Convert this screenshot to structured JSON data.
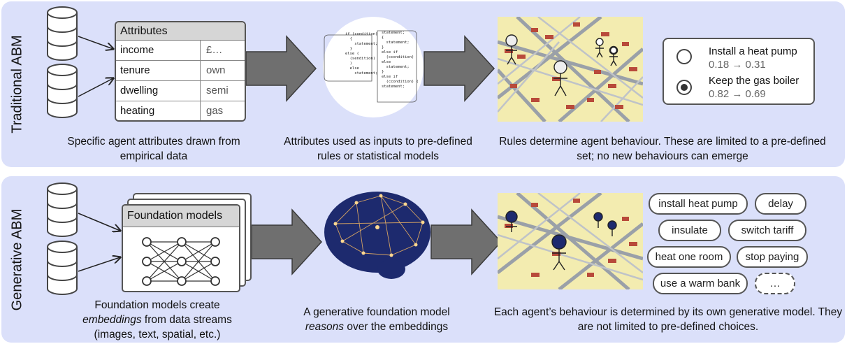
{
  "traditional": {
    "title": "Traditional ABM",
    "attributes": {
      "header": "Attributes",
      "rows": [
        {
          "key": "income",
          "value": "£…"
        },
        {
          "key": "tenure",
          "value": "own"
        },
        {
          "key": "dwelling",
          "value": "semi"
        },
        {
          "key": "heating",
          "value": "gas"
        }
      ]
    },
    "rules_code_left": "if (condition)\n  {\n    statement;\n  }\nelse (\n  (sendition)\n  )\n  else\n    statement;",
    "rules_code_right": "statement;\n{\n  statement;\n}\nelse if\n  (ccondition)\nelse\n  statement;\n}\nelse if\n  (ccondition) (\nstatement;",
    "choices": [
      {
        "label": "Install a heat pump",
        "prob": "0.18 → 0.31",
        "selected": false
      },
      {
        "label": "Keep the gas boiler",
        "prob": "0.82 → 0.69",
        "selected": true
      }
    ],
    "captions": {
      "c1": "Specific agent attributes drawn from empirical data",
      "c2": "Attributes used as inputs to pre-defined rules or statistical models",
      "c3": "Rules determine agent behaviour. These are limited to a pre-defined set; no new behaviours can emerge"
    }
  },
  "generative": {
    "title": "Generative ABM",
    "foundation_header": "Foundation models",
    "behaviours": [
      "install heat pump",
      "delay",
      "insulate",
      "switch tariff",
      "heat one room",
      "stop paying",
      "use a warm bank",
      "…"
    ],
    "captions": {
      "c1a": "Foundation models create",
      "c1b": "embeddings",
      "c1c": " from data streams",
      "c1d": "(images, text, spatial, etc.)",
      "c2a": "A generative foundation model",
      "c2b": "reasons",
      "c2c": " over the embeddings",
      "c3": "Each agent’s behaviour is determined by its own generative model. They are not limited to pre-defined choices."
    }
  },
  "colors": {
    "panel": "#dbe0fa",
    "arrow": "#6f6f6f",
    "roof": "#b84a3a",
    "ground": "#f3ecb0",
    "brain": "#1d2a6e"
  }
}
